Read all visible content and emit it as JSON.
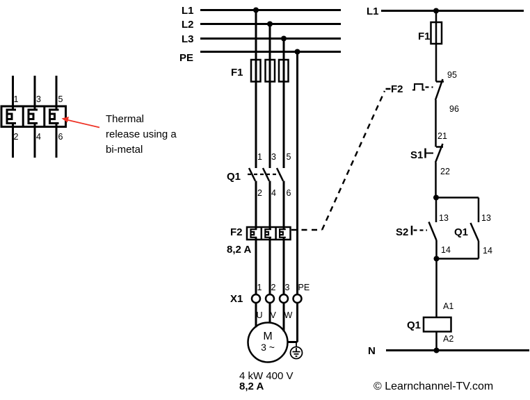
{
  "annotation": {
    "lines": [
      "Thermal",
      "release using a",
      "bi-metal"
    ],
    "terminals_top": [
      "1",
      "3",
      "5"
    ],
    "terminals_bottom": [
      "2",
      "4",
      "6"
    ]
  },
  "power": {
    "bus": [
      "L1",
      "L2",
      "L3",
      "PE"
    ],
    "fuse_label": "F1",
    "contactor_label": "Q1",
    "contactor_terminals_top": [
      "1",
      "3",
      "5"
    ],
    "contactor_terminals_bottom": [
      "2",
      "4",
      "6"
    ],
    "overload_label": "F2",
    "overload_current": "8,2 A",
    "terminal_strip_label": "X1",
    "terminal_numbers": [
      "1",
      "2",
      "3",
      "PE"
    ],
    "motor_terminals": [
      "U",
      "V",
      "W"
    ],
    "motor_letter": "M",
    "motor_type": "3 ~",
    "motor_rating_power": "4 kW 400 V",
    "motor_rating_current": "8,2 A"
  },
  "control": {
    "line_label": "L1",
    "neutral_label": "N",
    "fuse_label": "F1",
    "overload_contact_label": "F2",
    "overload_terminals": [
      "95",
      "96"
    ],
    "stop_label": "S1",
    "stop_terminals": [
      "21",
      "22"
    ],
    "start_label": "S2",
    "start_terminals": [
      "13",
      "14"
    ],
    "aux_label": "Q1",
    "aux_terminals": [
      "13",
      "14"
    ],
    "coil_label": "Q1",
    "coil_terminals": [
      "A1",
      "A2"
    ]
  },
  "footer": {
    "copyright": "© Learnchannel-TV.com"
  },
  "colors": {
    "wire": "#000000",
    "terminal_text": "#1F4E79",
    "annotation_red": "#EE3124",
    "copyright_gray": "#7F7F7F"
  }
}
